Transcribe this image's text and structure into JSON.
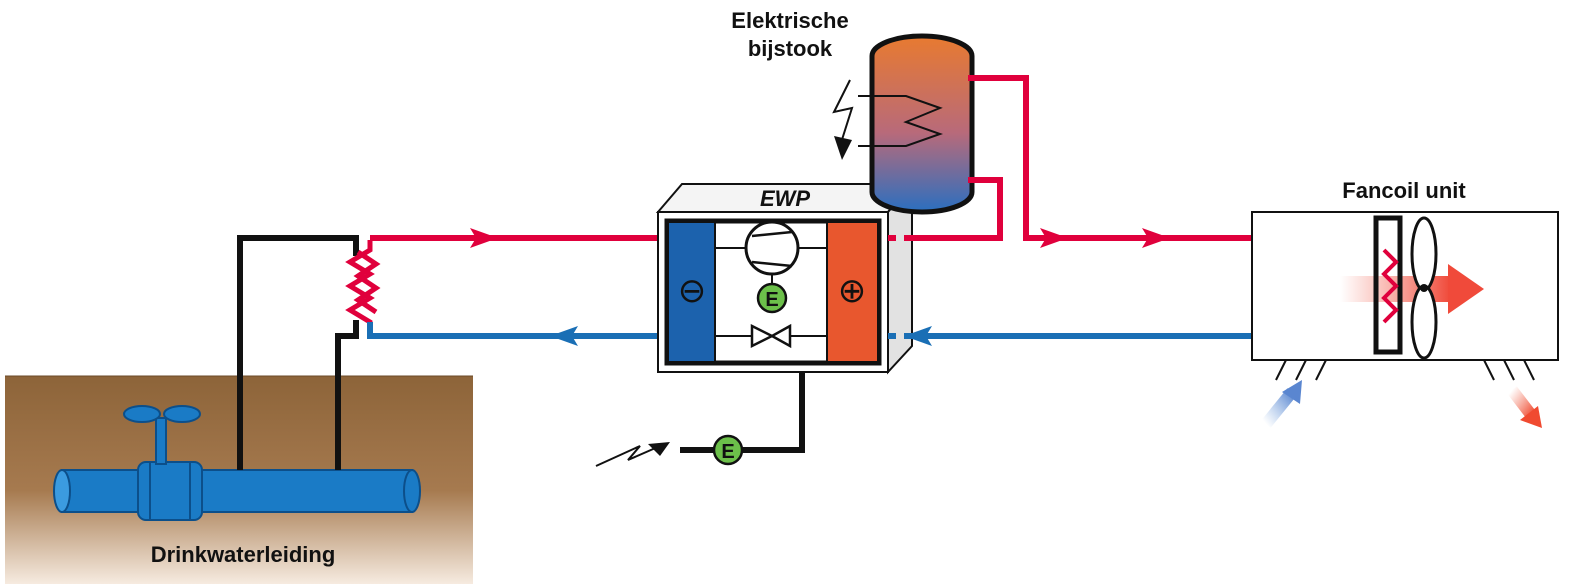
{
  "labels": {
    "ewp": "EWP",
    "boiler_line1": "Elektrische",
    "boiler_line2": "bijstook",
    "fancoil": "Fancoil unit",
    "ground": "Drinkwaterleiding",
    "energy": "E",
    "minus": "⊖",
    "plus": "⊕"
  },
  "colors": {
    "hot": "#e0003c",
    "cold": "#1a6fb5",
    "soil": "#8d6439",
    "pipe": "#1a7bc6",
    "energy": "#6cc04a",
    "cold_side": "#1c62ad",
    "hot_side": "#e8572e"
  }
}
